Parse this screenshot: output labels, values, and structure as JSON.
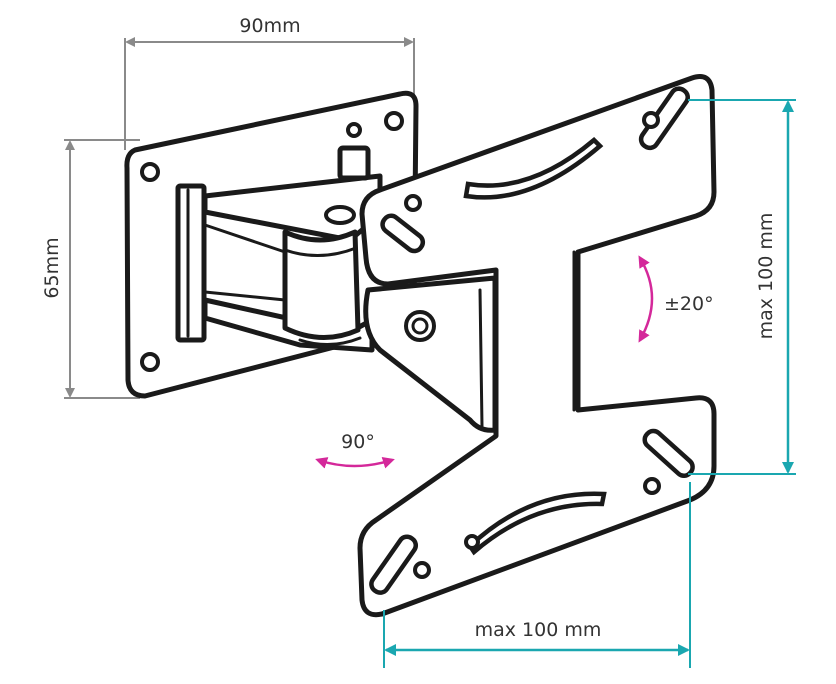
{
  "labels": {
    "wall_width": "90mm",
    "wall_height": "65mm",
    "tilt_angle": "±20°",
    "swivel_angle": "90°",
    "vesa_height": "max 100 mm",
    "vesa_width": "max 100 mm"
  },
  "colors": {
    "dimension_gray": "#8a8a8a",
    "dimension_teal": "#1aa7b0",
    "arrow_magenta": "#d4289a",
    "outline": "#1a1a1a"
  }
}
